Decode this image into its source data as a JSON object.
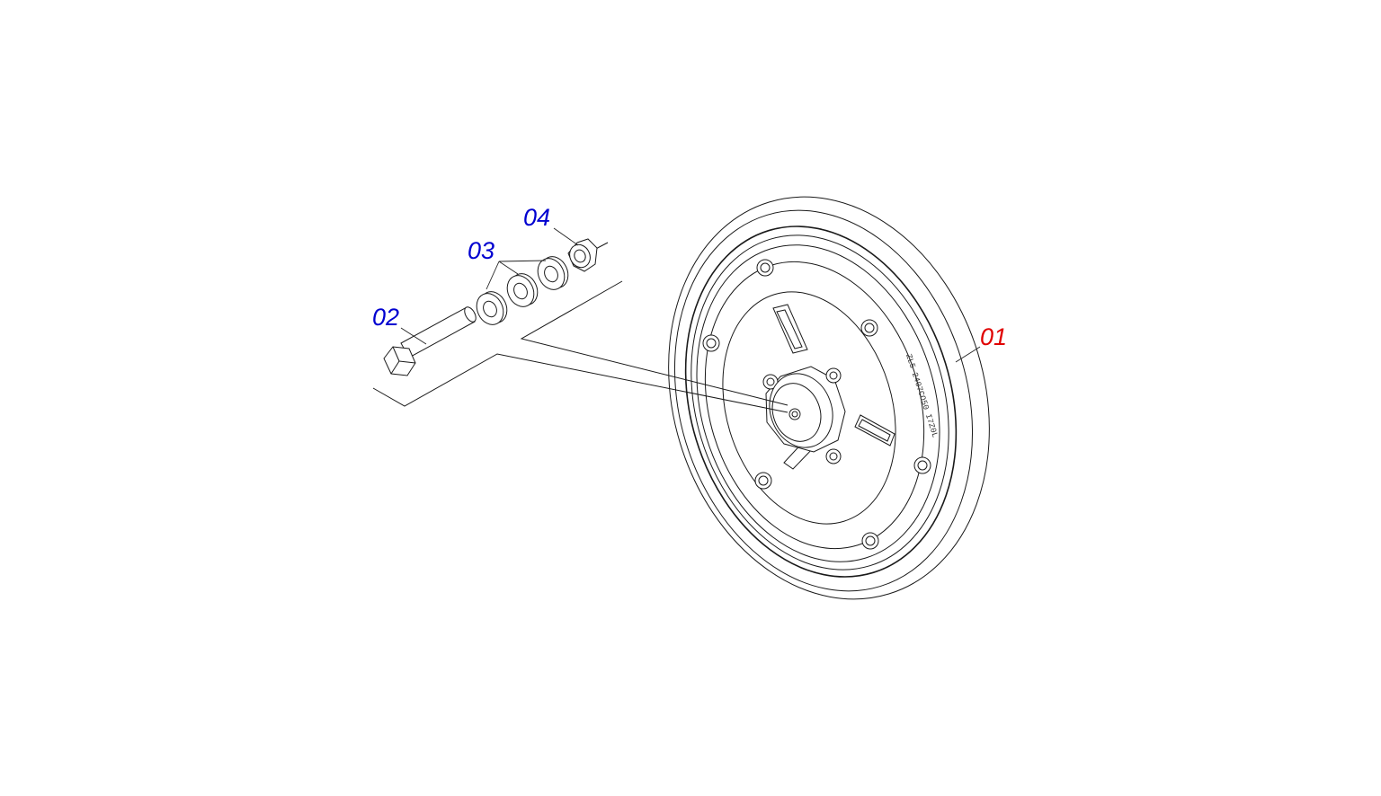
{
  "diagram": {
    "callouts": {
      "c01": "01",
      "c02": "02",
      "c03": "03",
      "c04": "04"
    },
    "colors": {
      "wheel_callout": "#e00000",
      "hardware_callout": "#0000d0",
      "line": "#1a1a1a"
    }
  }
}
